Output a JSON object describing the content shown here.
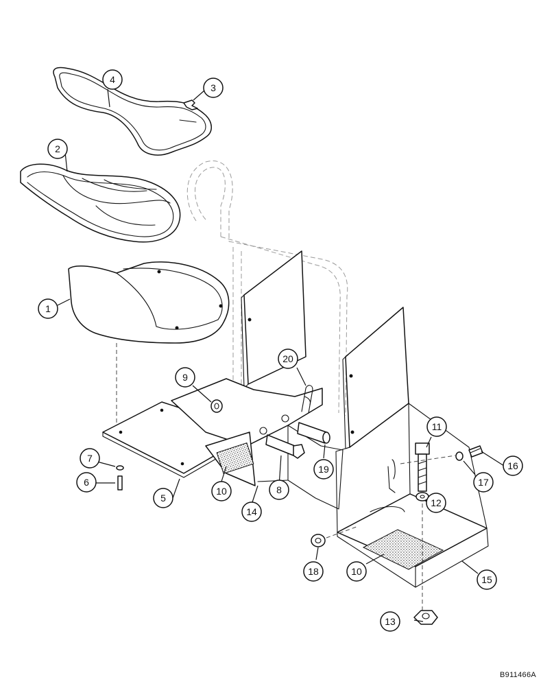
{
  "diagram": {
    "figure_id": "B911466A",
    "callouts": [
      {
        "number": "1"
      },
      {
        "number": "2"
      },
      {
        "number": "3"
      },
      {
        "number": "4"
      },
      {
        "number": "5"
      },
      {
        "number": "6"
      },
      {
        "number": "7"
      },
      {
        "number": "8"
      },
      {
        "number": "9"
      },
      {
        "number": "10"
      },
      {
        "number": "10"
      },
      {
        "number": "11"
      },
      {
        "number": "12"
      },
      {
        "number": "13"
      },
      {
        "number": "14"
      },
      {
        "number": "15"
      },
      {
        "number": "16"
      },
      {
        "number": "17"
      },
      {
        "number": "18"
      },
      {
        "number": "19"
      },
      {
        "number": "20"
      }
    ]
  }
}
